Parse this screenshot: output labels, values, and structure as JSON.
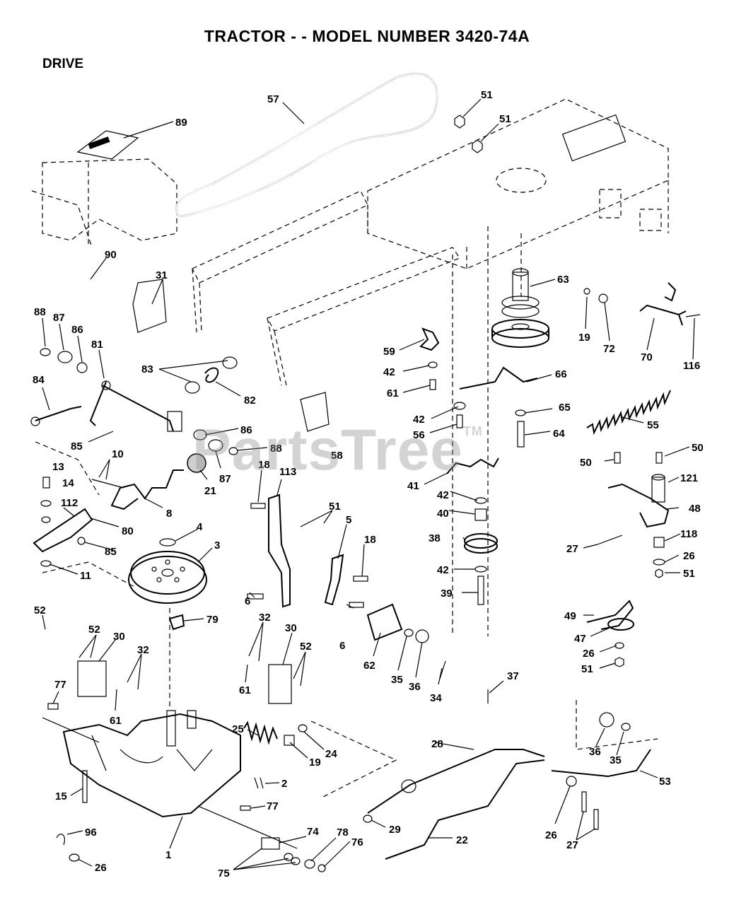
{
  "header": {
    "title": "TRACTOR - - MODEL NUMBER 3420-74A",
    "section": "DRIVE"
  },
  "watermark": {
    "text": "PartsTree",
    "trademark": "TM"
  },
  "callouts": [
    {
      "id": "c57",
      "label": "57"
    },
    {
      "id": "c51a",
      "label": "51"
    },
    {
      "id": "c51b",
      "label": "51"
    },
    {
      "id": "c89",
      "label": "89"
    },
    {
      "id": "c90",
      "label": "90"
    },
    {
      "id": "c31",
      "label": "31"
    },
    {
      "id": "c63",
      "label": "63"
    },
    {
      "id": "c19a",
      "label": "19"
    },
    {
      "id": "c72",
      "label": "72"
    },
    {
      "id": "c70",
      "label": "70"
    },
    {
      "id": "c116",
      "label": "116"
    },
    {
      "id": "c88a",
      "label": "88"
    },
    {
      "id": "c87a",
      "label": "87"
    },
    {
      "id": "c86a",
      "label": "86"
    },
    {
      "id": "c81",
      "label": "81"
    },
    {
      "id": "c83",
      "label": "83"
    },
    {
      "id": "c82",
      "label": "82"
    },
    {
      "id": "c59",
      "label": "59"
    },
    {
      "id": "c42a",
      "label": "42"
    },
    {
      "id": "c61a",
      "label": "61"
    },
    {
      "id": "c66",
      "label": "66"
    },
    {
      "id": "c84",
      "label": "84"
    },
    {
      "id": "c85a",
      "label": "85"
    },
    {
      "id": "c86b",
      "label": "86"
    },
    {
      "id": "c88b",
      "label": "88"
    },
    {
      "id": "c87b",
      "label": "87"
    },
    {
      "id": "c58",
      "label": "58"
    },
    {
      "id": "c42b",
      "label": "42"
    },
    {
      "id": "c56",
      "label": "56"
    },
    {
      "id": "c65",
      "label": "65"
    },
    {
      "id": "c64",
      "label": "64"
    },
    {
      "id": "c55",
      "label": "55"
    },
    {
      "id": "c10",
      "label": "10"
    },
    {
      "id": "c13",
      "label": "13"
    },
    {
      "id": "c14",
      "label": "14"
    },
    {
      "id": "c21",
      "label": "21"
    },
    {
      "id": "c18a",
      "label": "18"
    },
    {
      "id": "c113",
      "label": "113"
    },
    {
      "id": "c41",
      "label": "41"
    },
    {
      "id": "c50a",
      "label": "50"
    },
    {
      "id": "c50b",
      "label": "50"
    },
    {
      "id": "c121",
      "label": "121"
    },
    {
      "id": "c112",
      "label": "112"
    },
    {
      "id": "c8",
      "label": "8"
    },
    {
      "id": "c80",
      "label": "80"
    },
    {
      "id": "c51c",
      "label": "51"
    },
    {
      "id": "c42c",
      "label": "42"
    },
    {
      "id": "c40",
      "label": "40"
    },
    {
      "id": "c48",
      "label": "48"
    },
    {
      "id": "c4",
      "label": "4"
    },
    {
      "id": "c5",
      "label": "5"
    },
    {
      "id": "c85b",
      "label": "85"
    },
    {
      "id": "c3",
      "label": "3"
    },
    {
      "id": "c18b",
      "label": "18"
    },
    {
      "id": "c38",
      "label": "38"
    },
    {
      "id": "c27a",
      "label": "27"
    },
    {
      "id": "c118",
      "label": "118"
    },
    {
      "id": "c26a",
      "label": "26"
    },
    {
      "id": "c11",
      "label": "11"
    },
    {
      "id": "c42d",
      "label": "42"
    },
    {
      "id": "c51d",
      "label": "51"
    },
    {
      "id": "c6a",
      "label": "6"
    },
    {
      "id": "c39",
      "label": "39"
    },
    {
      "id": "c52a",
      "label": "52"
    },
    {
      "id": "c79",
      "label": "79"
    },
    {
      "id": "c49",
      "label": "49"
    },
    {
      "id": "c32a",
      "label": "32"
    },
    {
      "id": "c52b",
      "label": "52"
    },
    {
      "id": "c30a",
      "label": "30"
    },
    {
      "id": "c30b",
      "label": "30"
    },
    {
      "id": "c6b",
      "label": "6"
    },
    {
      "id": "c47",
      "label": "47"
    },
    {
      "id": "c32b",
      "label": "32"
    },
    {
      "id": "c52c",
      "label": "52"
    },
    {
      "id": "c26b",
      "label": "26"
    },
    {
      "id": "c51e",
      "label": "51"
    },
    {
      "id": "c62",
      "label": "62"
    },
    {
      "id": "c61b",
      "label": "61"
    },
    {
      "id": "c35a",
      "label": "35"
    },
    {
      "id": "c36a",
      "label": "36"
    },
    {
      "id": "c34",
      "label": "34"
    },
    {
      "id": "c77a",
      "label": "77"
    },
    {
      "id": "c61c",
      "label": "61"
    },
    {
      "id": "c37",
      "label": "37"
    },
    {
      "id": "c25",
      "label": "25"
    },
    {
      "id": "c28",
      "label": "28"
    },
    {
      "id": "c24",
      "label": "24"
    },
    {
      "id": "c19b",
      "label": "19"
    },
    {
      "id": "c36b",
      "label": "36"
    },
    {
      "id": "c35b",
      "label": "35"
    },
    {
      "id": "c53",
      "label": "53"
    },
    {
      "id": "c15",
      "label": "15"
    },
    {
      "id": "c2",
      "label": "2"
    },
    {
      "id": "c77b",
      "label": "77"
    },
    {
      "id": "c29",
      "label": "29"
    },
    {
      "id": "c74",
      "label": "74"
    },
    {
      "id": "c96",
      "label": "96"
    },
    {
      "id": "c22",
      "label": "22"
    },
    {
      "id": "c78",
      "label": "78"
    },
    {
      "id": "c76",
      "label": "76"
    },
    {
      "id": "c26c",
      "label": "26"
    },
    {
      "id": "c27b",
      "label": "27"
    },
    {
      "id": "c1",
      "label": "1"
    },
    {
      "id": "c26d",
      "label": "26"
    },
    {
      "id": "c75",
      "label": "75"
    }
  ]
}
